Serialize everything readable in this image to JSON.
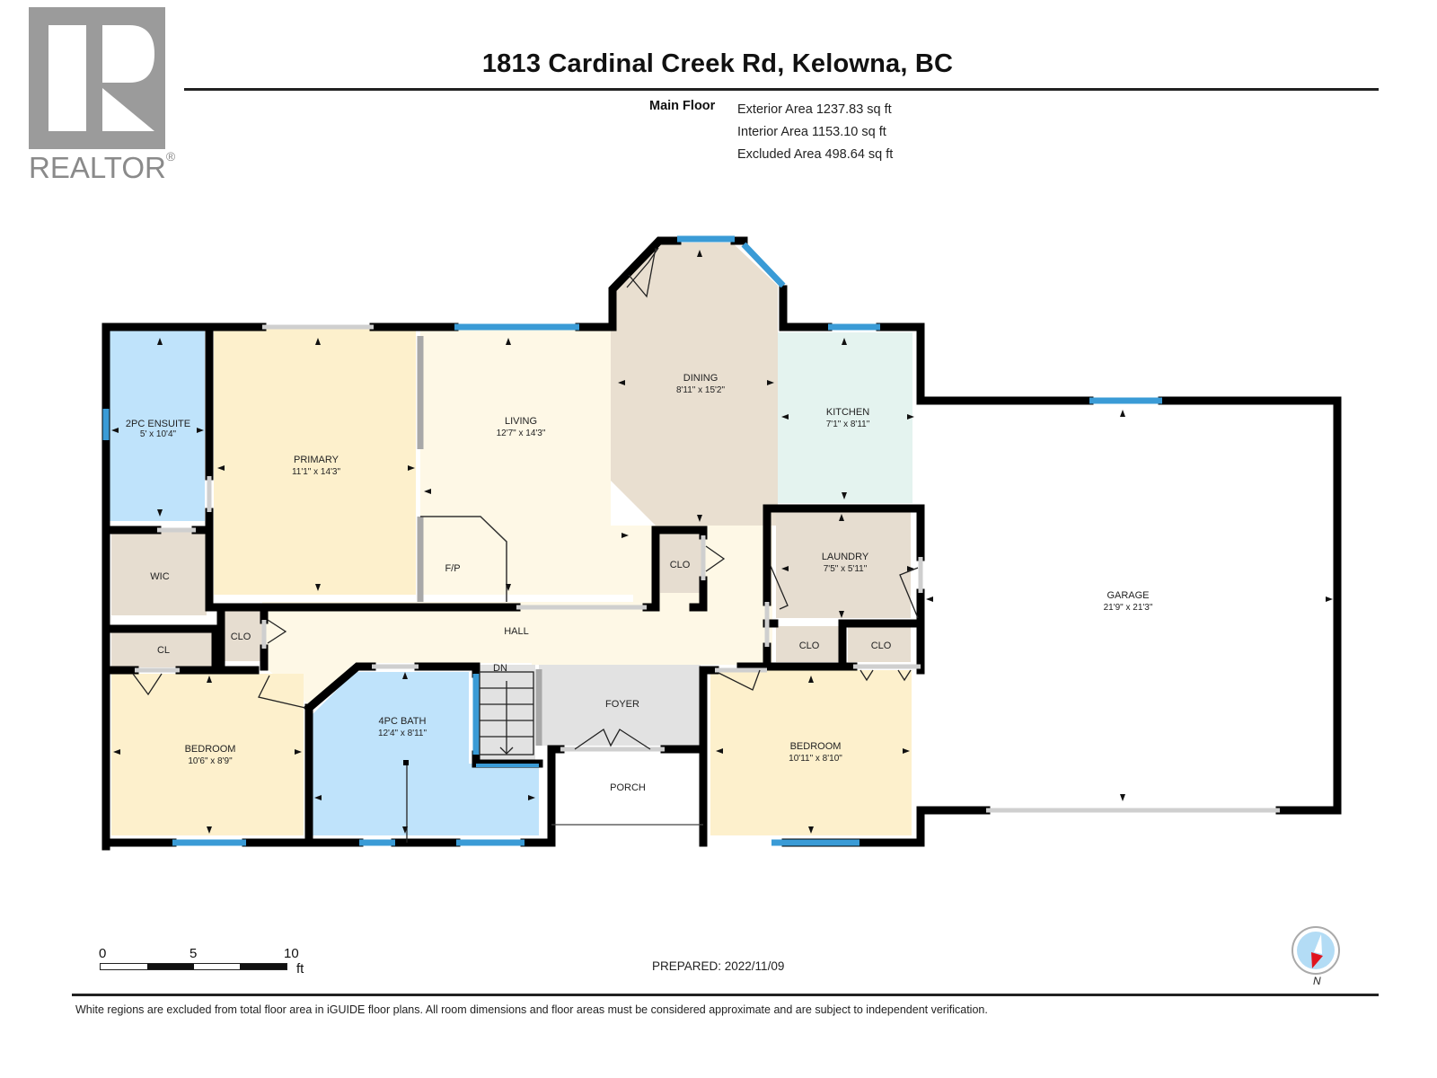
{
  "logo": {
    "text": "REALTOR",
    "registered": "®",
    "color": "#9b9b9b"
  },
  "header": {
    "title": "1813 Cardinal Creek Rd, Kelowna, BC",
    "floor_label": "Main Floor",
    "areas": {
      "exterior": "Exterior Area 1237.83 sq ft",
      "interior": "Interior Area 1153.10 sq ft",
      "excluded": "Excluded Area 498.64 sq ft"
    }
  },
  "colors": {
    "wall": "#000000",
    "window": "#3a9bd6",
    "bath": "#bfe3fb",
    "bedroom": "#fdf0cc",
    "living": "#fef8e6",
    "dining": "#e9dfd0",
    "kitchen": "#e4f3ef",
    "closet": "#e6ddd0",
    "foyer": "#e2e2e2",
    "garage": "#ffffff",
    "door_track": "#d9d9d9",
    "half_wall": "#a8a8a8"
  },
  "rooms": {
    "ensuite": {
      "name": "2PC ENSUITE",
      "dims": "5' x 10'4\""
    },
    "primary": {
      "name": "PRIMARY",
      "dims": "11'1\" x 14'3\""
    },
    "living": {
      "name": "LIVING",
      "dims": "12'7\" x 14'3\""
    },
    "dining": {
      "name": "DINING",
      "dims": "8'11\" x 15'2\""
    },
    "kitchen": {
      "name": "KITCHEN",
      "dims": "7'1\" x 8'11\""
    },
    "wic": {
      "name": "WIC"
    },
    "fp": {
      "name": "F/P"
    },
    "clo_center": {
      "name": "CLO"
    },
    "laundry": {
      "name": "LAUNDRY",
      "dims": "7'5\" x 5'11\""
    },
    "garage": {
      "name": "GARAGE",
      "dims": "21'9\" x 21'3\""
    },
    "clo_hall": {
      "name": "CLO"
    },
    "cl": {
      "name": "CL"
    },
    "hall": {
      "name": "HALL"
    },
    "clo_laundry_left": {
      "name": "CLO"
    },
    "clo_laundry_right": {
      "name": "CLO"
    },
    "stairs": {
      "name": "DN"
    },
    "foyer": {
      "name": "FOYER"
    },
    "bedroom_left": {
      "name": "BEDROOM",
      "dims": "10'6\" x 8'9\""
    },
    "bath": {
      "name": "4PC BATH",
      "dims": "12'4\" x 8'11\""
    },
    "bedroom_right": {
      "name": "BEDROOM",
      "dims": "10'11\" x 8'10\""
    },
    "porch": {
      "name": "PORCH"
    }
  },
  "scale_bar": {
    "ticks": [
      "0",
      "5",
      "10"
    ],
    "unit": "ft"
  },
  "prepared": "PREPARED: 2022/11/09",
  "compass": {
    "label": "N",
    "needle_color": "#e0141e",
    "face_color": "#b3dcf5"
  },
  "disclaimer": "White regions are excluded from total floor area in iGUIDE floor plans. All room dimensions and floor areas must be considered approximate and are subject to independent verification."
}
